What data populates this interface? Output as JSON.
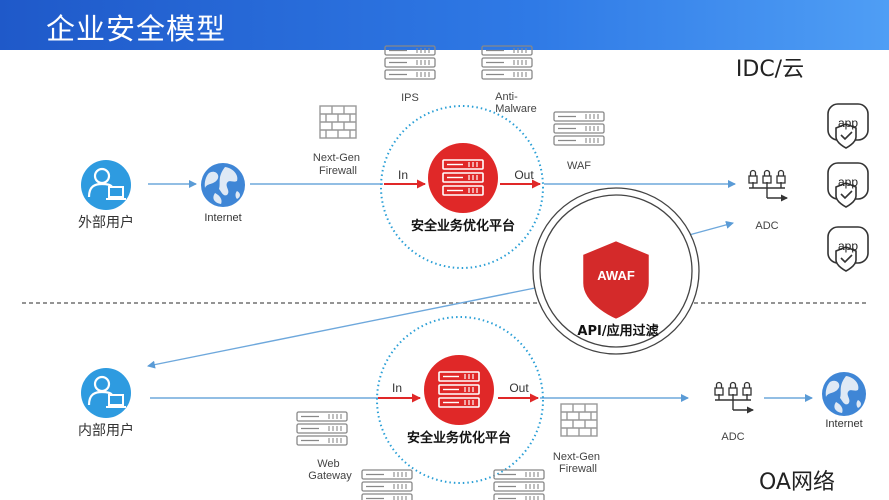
{
  "title": "企业安全模型",
  "zones": {
    "top": "IDC/云",
    "bottom": "OA网络"
  },
  "top_flow": {
    "user": "外部用户",
    "internet": "Internet",
    "nextgen_firewall": "Next-Gen\nFirewall",
    "ips": "IPS",
    "anti_malware": "Anti-\nMalware",
    "waf": "WAF",
    "platform": "安全业务优化平台",
    "in": "In",
    "out": "Out",
    "adc": "ADC"
  },
  "apps": [
    "app",
    "app",
    "app"
  ],
  "awaf": {
    "badge": "AWAF",
    "label": "API/应用过滤"
  },
  "bottom_flow": {
    "user": "内部用户",
    "platform": "安全业务优化平台",
    "in": "In",
    "out": "Out",
    "web_gateway": "Web\nGateway",
    "nextgen_firewall": "Next-Gen\nFirewall",
    "adc": "ADC",
    "internet": "Internet"
  },
  "colors": {
    "header": "#2a6fdf",
    "user_circle": "#2e9be0",
    "platform_red": "#e02828",
    "flow_line": "#6ea8dc",
    "dotted_circle": "#2a9fd6",
    "awaf_red": "#d42a2a"
  }
}
